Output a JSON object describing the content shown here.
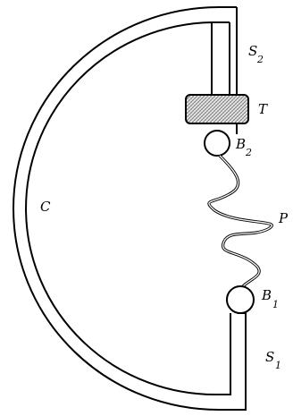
{
  "labels": {
    "s2": {
      "main": "S",
      "sub": "2"
    },
    "t": {
      "main": "T"
    },
    "b2": {
      "main": "B",
      "sub": "2"
    },
    "c": {
      "main": "C"
    },
    "p": {
      "main": "P"
    },
    "b1": {
      "main": "B",
      "sub": "1"
    },
    "s1": {
      "main": "S",
      "sub": "1"
    }
  },
  "colors": {
    "line": "#000000",
    "hatch": "#999999",
    "background": "#ffffff"
  }
}
